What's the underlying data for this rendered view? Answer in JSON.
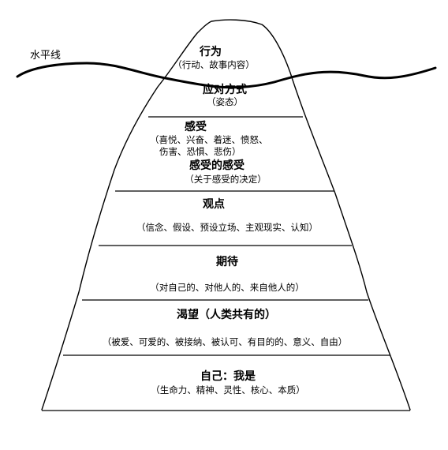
{
  "waterline_label": "水平线",
  "layers": [
    {
      "title": "行为",
      "detail": "（行动、故事内容）"
    },
    {
      "title": "应对方式",
      "detail": "（姿态）"
    },
    {
      "title": "感受",
      "detail_lines": [
        "（喜悦、兴奋、着迷、愤怒、",
        "伤害、恐惧、悲伤）"
      ],
      "subtitle": "感受的感受",
      "subtitle_detail": "（关于感受的决定）"
    },
    {
      "title": "观点",
      "detail": "（信念、假设、预设立场、主观现实、认知）"
    },
    {
      "title": "期待",
      "detail": "（对自己的、对他人的、来自他人的）"
    },
    {
      "title": "渴望（人类共有的）",
      "detail": "（被爱、可爱的、被接纳、被认可、有目的的、意义、自由）"
    },
    {
      "title": "自己：我是",
      "detail": "（生命力、精神、灵性、核心、本质）"
    }
  ]
}
